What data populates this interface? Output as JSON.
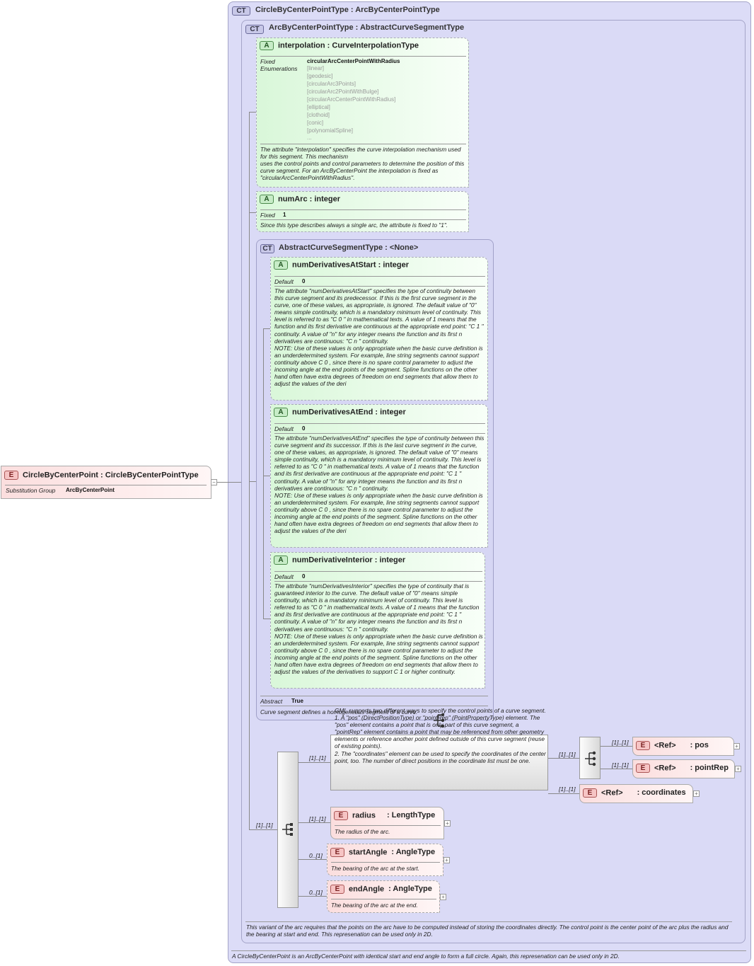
{
  "outer_ct": {
    "badge": "CT",
    "title": "CircleByCenterPointType : ArcByCenterPointType",
    "doc": "A CircleByCenterPoint is an ArcByCenterPoint with identical start and end angle to form a full circle. Again, this represenation can be used only in 2D."
  },
  "arc_ct": {
    "badge": "CT",
    "title": "ArcByCenterPointType : AbstractCurveSegmentType",
    "doc": "This variant of the arc requires that the points on the arc have to be computed instead of storing the coordinates directly. The control point is the center point of the arc plus the radius and the bearing at start and end. This represenation can be used only in 2D."
  },
  "root_element": {
    "badge": "E",
    "title": "CircleByCenterPoint : CircleByCenterPointType",
    "label": "Substitution Group",
    "value": "ArcByCenterPoint",
    "collapse": "−"
  },
  "interpolation": {
    "badge": "A",
    "title": "interpolation : CurveInterpolationType",
    "label_fixed": "Fixed",
    "label_enum": "Enumerations",
    "fixed_value": "circularArcCenterPointWithRadius",
    "enums": [
      "[linear]",
      "[geodesic]",
      "[circularArc3Points]",
      "[circularArc2PointWithBulge]",
      "[circularArcCenterPointWithRadius]",
      "[elliptical]",
      "[clothoid]",
      "[conic]",
      "[polynomialSpline]",
      "..."
    ],
    "doc": "The attribute \"interpolation\" specifies the curve interpolation mechanism used for this segment. This mechanism\nuses the control points and control parameters to determine the position of this curve segment. For an ArcByCenterPoint the interpolation is fixed as \"circularArcCenterPointWithRadius\"."
  },
  "numArc": {
    "badge": "A",
    "title": "numArc  : integer",
    "label": "Fixed",
    "value": "1",
    "doc": "Since this type describes always a single arc, the attribute is fixed to \"1\"."
  },
  "abstract_ct": {
    "badge": "CT",
    "title": "AbstractCurveSegmentType : <None>",
    "label": "Abstract",
    "value": "True",
    "doc": "Curve segment defines a homogeneous segment of a curve."
  },
  "numDerivativesAtStart": {
    "badge": "A",
    "title": "numDerivativesAtStart : integer",
    "label": "Default",
    "value": "0",
    "doc": "The attribute \"numDerivativesAtStart\" specifies the type of continuity between this curve segment and its predecessor. If this is the first curve segment in the curve, one of these values, as appropriate, is ignored. The default value of \"0\" means simple continuity, which is a mandatory minimum level of continuity. This level is referred to as \"C 0 \" in mathematical texts. A value of 1 means that the function and its first derivative are continuous at the appropriate end point: \"C 1 \" continuity. A value of \"n\" for any integer means the function and its first n derivatives are continuous: \"C n \" continuity.\nNOTE: Use of these values is only appropriate when the basic curve definition is an underdetermined system. For example, line string segments cannot support continuity above C 0 , since there is no spare control parameter to adjust the incoming angle at the end points of the segment. Spline functions on the other hand often have extra degrees of freedom on end segments that allow them to adjust the values of the deri"
  },
  "numDerivativesAtEnd": {
    "badge": "A",
    "title": "numDerivativesAtEnd : integer",
    "label": "Default",
    "value": "0",
    "doc": "The attribute \"numDerivativesAtEnd\" specifies the type of continuity between this curve segment and its successor. If this is the last curve segment in the curve, one of these values, as appropriate, is ignored. The default value of \"0\" means simple continuity, which is a mandatory minimum level of continuity. This level is referred to as \"C 0 \" in mathematical texts. A value of 1 means that the function and its first derivative are continuous at the appropriate end point: \"C 1 \" continuity. A value of \"n\" for any integer means the function and its first n derivatives are continuous: \"C n \" continuity.\nNOTE: Use of these values is only appropriate when the basic curve definition is an underdetermined system. For example, line string segments cannot support continuity above C 0 , since there is no spare control parameter to adjust the incoming angle at the end points of the segment. Spline functions on the other hand often have extra degrees of freedom on end segments that allow them to adjust the values of the deri"
  },
  "numDerivativeInterior": {
    "badge": "A",
    "title": "numDerivativeInterior : integer",
    "label": "Default",
    "value": "0",
    "doc": "The attribute \"numDerivativesInterior\" specifies the type of continuity that is guaranteed interior to the curve. The default value of \"0\" means simple continuity, which is a mandatory minimum level of continuity. This level is referred to as \"C 0 \" in mathematical texts. A value of 1 means that the function and its first derivative are continuous at the appropriate end point: \"C 1 \" continuity. A value of \"n\" for any integer means the function and its first n derivatives are continuous: \"C n \" continuity.\nNOTE: Use of these values is only appropriate when the basic curve definition is an underdetermined system. For example, line string segments cannot support continuity above C 0 , since there is no spare control parameter to adjust the incoming angle at the end points of the segment. Spline functions on the other hand often have extra degrees of freedom on end segments that allow them to adjust the values of the derivatives to support C 1 or higher continuity."
  },
  "sequence": {
    "mult": "[1]..[1]",
    "choice_mult": "[1]..[1]",
    "choice_doc": "GML supports two different ways to specify the control points of a curve segment.\n1. A \"pos\" (DirectPositionType) or \"pointRep\" (PointPropertyType) element. The \"pos\" element contains a point that is only part of this curve segment, a \"pointRep\" element contains a point that may be referenced from other geometry elements or reference another point defined outside of this curve segment (reuse of existing points).\n2. The \"coordinates\" element can be used to specify the coordinates of the center point, too. The number of direct positions in the coordinate list must be one.",
    "inner_choice_mult": "[1]..[1]",
    "coordinates_mult": "[1]..[1]",
    "pos": {
      "badge": "E",
      "ref": "<Ref>",
      "name": ": pos",
      "mult": "[1]..[1]"
    },
    "pointRep": {
      "badge": "E",
      "ref": "<Ref>",
      "name": ": pointRep",
      "mult": "[1]..[1]"
    },
    "coordinates": {
      "badge": "E",
      "ref": "<Ref>",
      "name": ": coordinates"
    },
    "radius": {
      "badge": "E",
      "title": "radius",
      "type": ": LengthType",
      "mult": "[1]..[1]",
      "doc": "The radius of the arc."
    },
    "startAngle": {
      "badge": "E",
      "title": "startAngle",
      "type": ": AngleType",
      "mult": "0..[1]",
      "doc": "The bearing of the arc at the start."
    },
    "endAngle": {
      "badge": "E",
      "title": "endAngle",
      "type": ": AngleType",
      "mult": "0..[1]",
      "doc": "The bearing of the arc at the end."
    },
    "expand": "+"
  }
}
